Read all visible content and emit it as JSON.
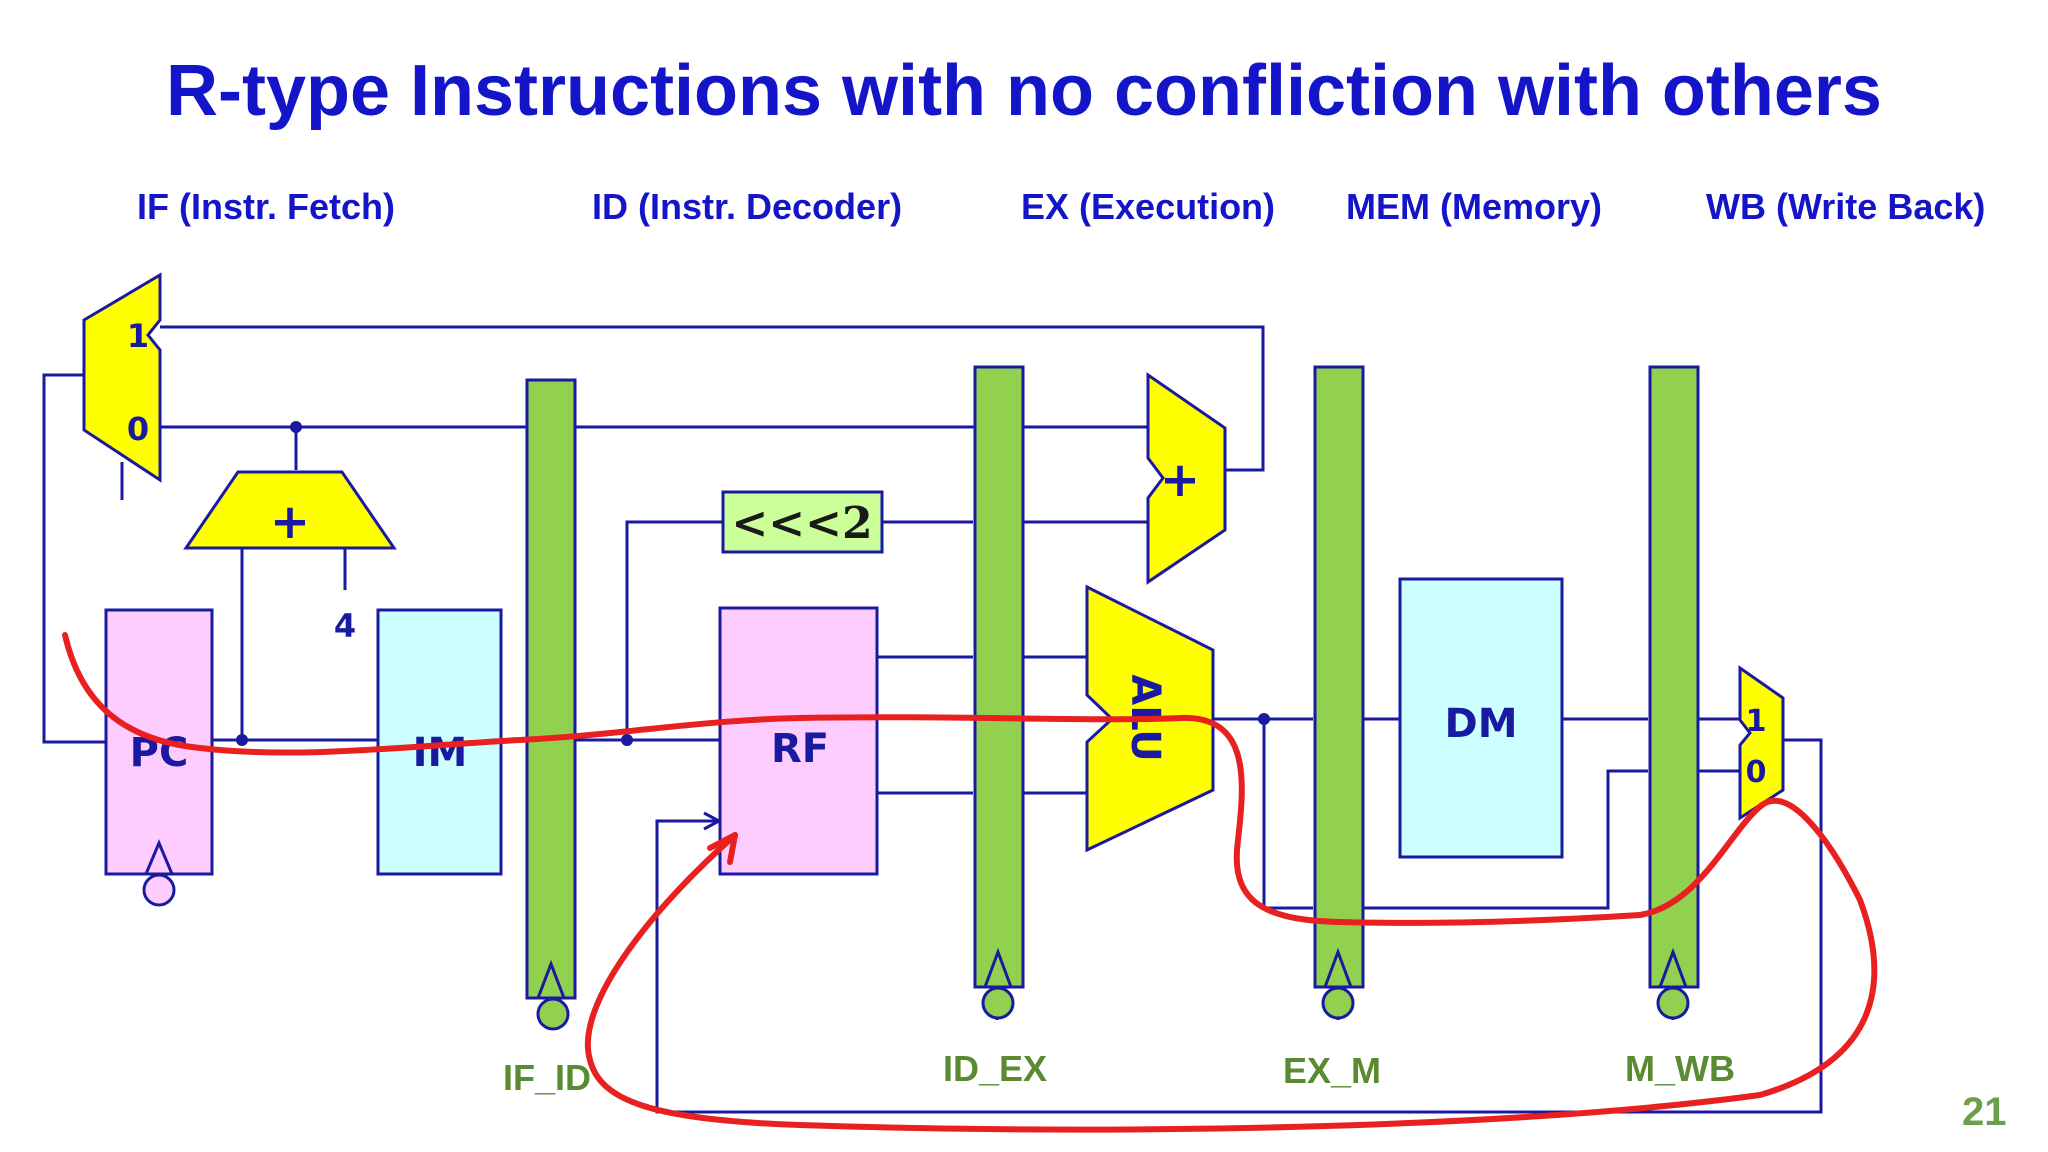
{
  "title": "R-type Instructions with no confliction with others",
  "stages": [
    {
      "label": "IF (Instr. Fetch)"
    },
    {
      "label": "ID (Instr. Decoder)"
    },
    {
      "label": "EX (Execution)"
    },
    {
      "label": "MEM (Memory)"
    },
    {
      "label": "WB (Write Back)"
    }
  ],
  "pipeline_registers": [
    "IF_ID",
    "ID_EX",
    "EX_M",
    "M_WB"
  ],
  "components": {
    "pc": "PC",
    "im": "IM",
    "rf": "RF",
    "alu": "ALU",
    "dm": "DM",
    "shift": "<<<2",
    "adder_symbol": "+",
    "constant_four": "4",
    "mux_input_1": "1",
    "mux_input_0": "0"
  },
  "page_number": "21",
  "colors": {
    "title": "#1414c8",
    "wire": "#1a1aa0",
    "pipeline_register": "#92d050",
    "pc_rf_fill": "#ffccff",
    "memory_fill": "#ccffff",
    "mux_adder_alu_fill": "#ffff00",
    "shift_fill": "#ccff99",
    "register_label": "#5a8a32",
    "highlight_path": "#e82020"
  }
}
